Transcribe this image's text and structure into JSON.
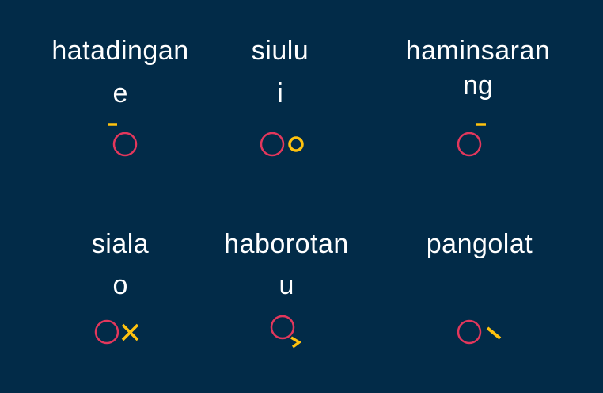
{
  "colors": {
    "background": "#022b48",
    "text": "#ffffff",
    "circle": "#e3375c",
    "accent": "#ffc20e"
  },
  "cards": [
    {
      "word": "hatadingan",
      "letter": "e",
      "mark": "dash-above"
    },
    {
      "word": "siulu",
      "letter": "i",
      "mark": "small-circle"
    },
    {
      "word": "haminsaran",
      "letter": "ng",
      "mark": "dash-above"
    },
    {
      "word": "siala",
      "letter": "o",
      "mark": "cross"
    },
    {
      "word": "haborotan",
      "letter": "u",
      "mark": "chevron-below"
    },
    {
      "word": "pangolat",
      "letter": "",
      "mark": "slash"
    }
  ]
}
